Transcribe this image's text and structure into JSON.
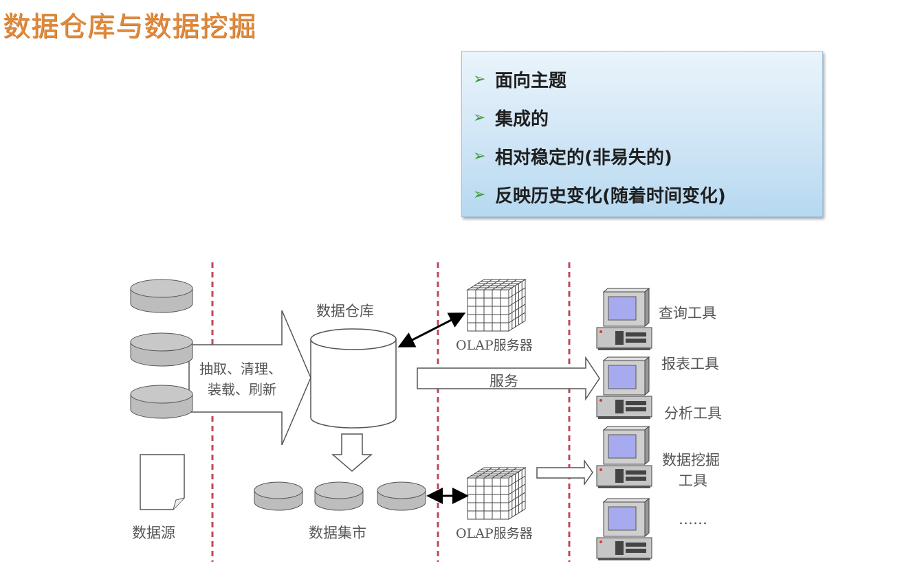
{
  "title": "数据仓库与数据挖掘",
  "features": [
    {
      "icon": "green-arrow-bullet-icon",
      "text": "面向主题"
    },
    {
      "icon": "green-arrow-bullet-icon",
      "text": "集成的"
    },
    {
      "icon": "green-arrow-bullet-icon",
      "text": "相对稳定的(非易失的)"
    },
    {
      "icon": "green-arrow-bullet-icon",
      "text": "反映历史变化(随着时间变化)"
    }
  ],
  "diagram": {
    "data_source_label": "数据源",
    "etl_label_line1": "抽取、清理、",
    "etl_label_line2": "装载、刷新",
    "warehouse_label": "数据仓库",
    "datamart_label": "数据集市",
    "olap_top_label": "OLAP服务器",
    "olap_bottom_label": "OLAP服务器",
    "service_label": "服务",
    "tools": [
      "查询工具",
      "报表工具",
      "分析工具",
      "数据挖掘",
      "工具",
      "……"
    ]
  },
  "colors": {
    "title": "#e08a3c",
    "divider": "#c0475a",
    "bullet": "#3a9a32",
    "screen": "#a8aaf0"
  }
}
